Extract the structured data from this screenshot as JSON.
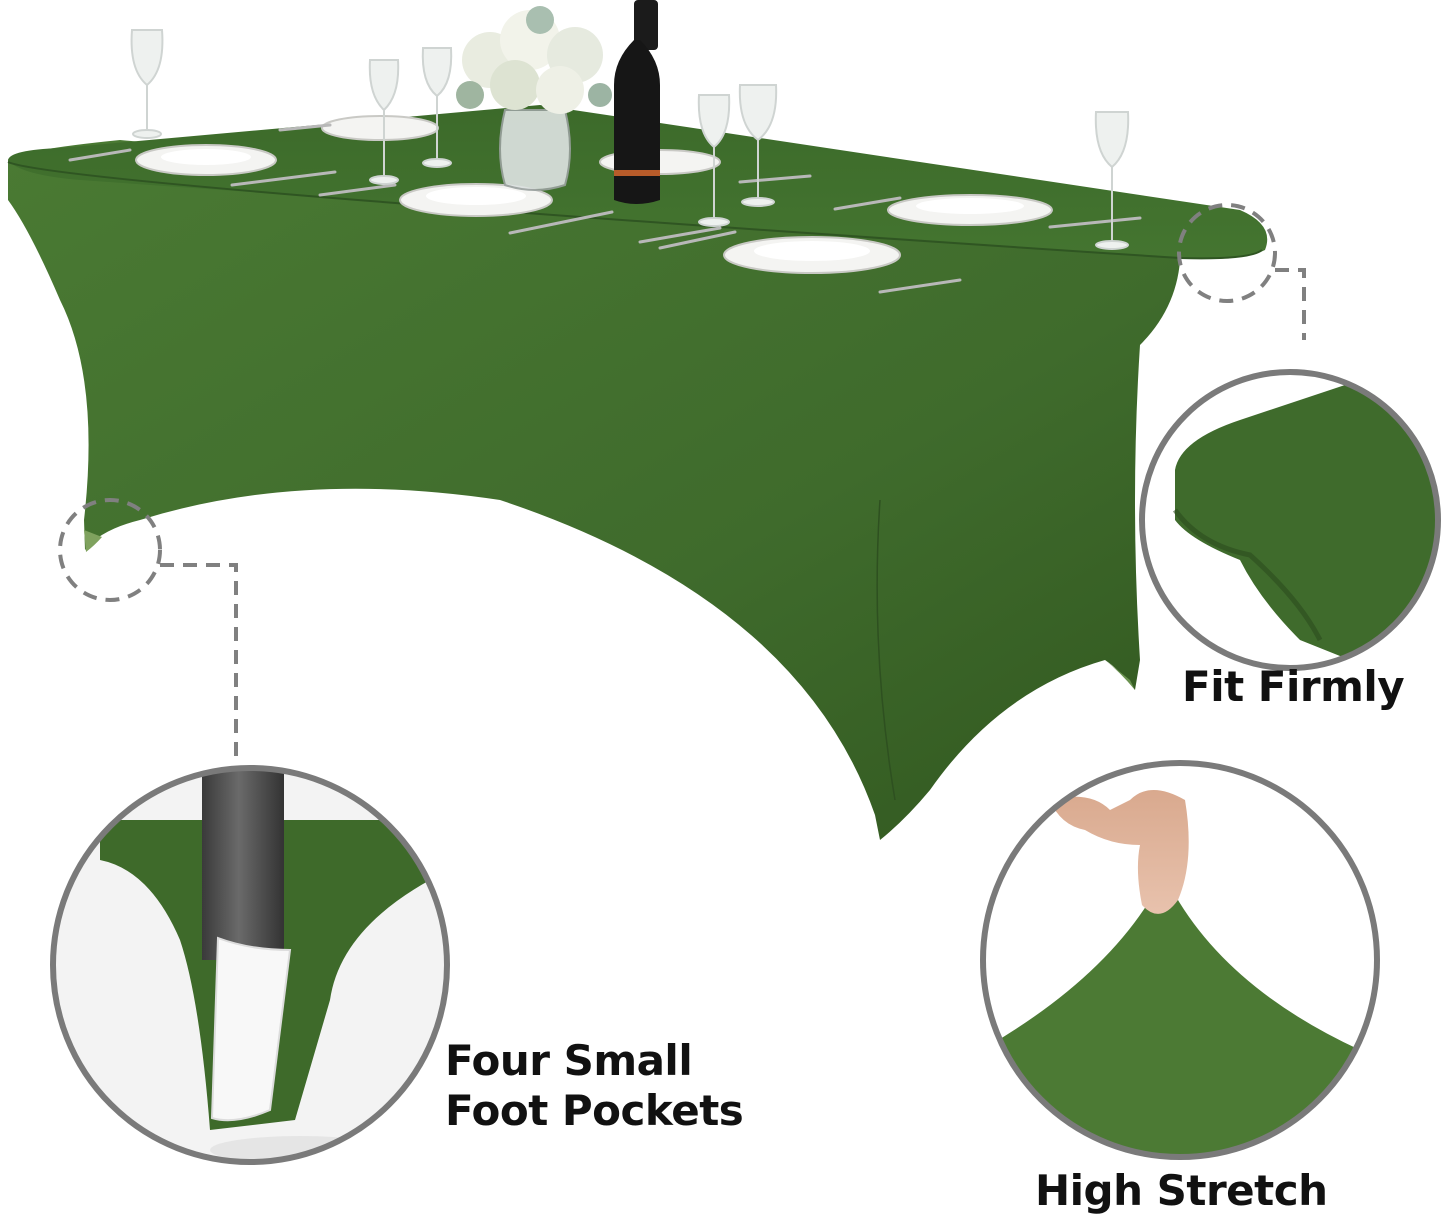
{
  "product": {
    "name": "Spandex Rectangular Table Cover",
    "color_name": "Olive Green",
    "colors": {
      "fabric": "#3f6b2c",
      "fabric_dark": "#2f5222",
      "fabric_light": "#4d7d36",
      "callout_ring": "#7a7a7a",
      "dashed_line": "#808080",
      "text": "#111111",
      "background": "#ffffff"
    }
  },
  "table_setting": {
    "items": [
      "wine-glass",
      "dinner-plate",
      "knife",
      "fork",
      "spoon",
      "wine-bottle",
      "flower-vase"
    ]
  },
  "callouts": [
    {
      "id": "fit-firmly",
      "label": "Fit Firmly",
      "detail": "table-corner-closeup"
    },
    {
      "id": "foot-pockets",
      "label_lines": [
        "Four Small",
        "Foot Pockets"
      ],
      "detail": "leg-foot-pocket-closeup"
    },
    {
      "id": "high-stretch",
      "label": "High Stretch",
      "detail": "fabric-pinch-closeup"
    }
  ]
}
